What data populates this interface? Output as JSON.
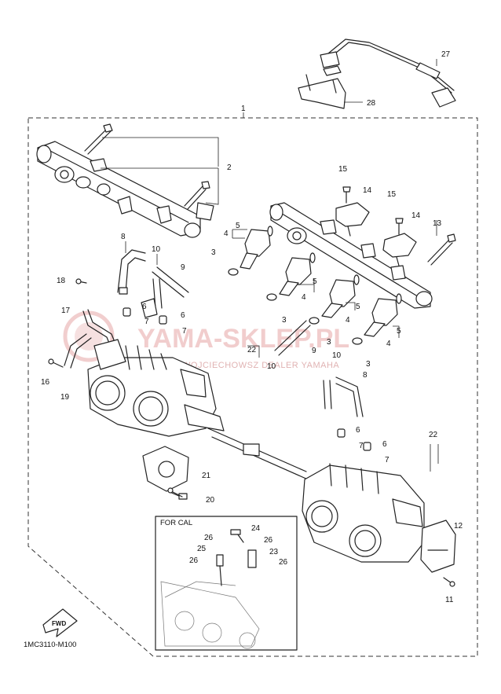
{
  "callouts": [
    "1",
    "2",
    "3",
    "4",
    "5",
    "6",
    "7",
    "8",
    "9",
    "10",
    "11",
    "12",
    "13",
    "14",
    "15",
    "16",
    "17",
    "18",
    "19",
    "20",
    "21",
    "22",
    "23",
    "24",
    "25",
    "26",
    "27",
    "28"
  ],
  "inset_label": "FOR CAL",
  "diagram_code": "1MC3110-M100",
  "fwd_label": "FWD",
  "watermark": {
    "main": "YAMA-SKLEP.PL",
    "sub": "WOJCIECHOWSZ DEALER YAMAHA"
  },
  "colors": {
    "line": "#222222",
    "watermark": "#e6a6a6"
  }
}
